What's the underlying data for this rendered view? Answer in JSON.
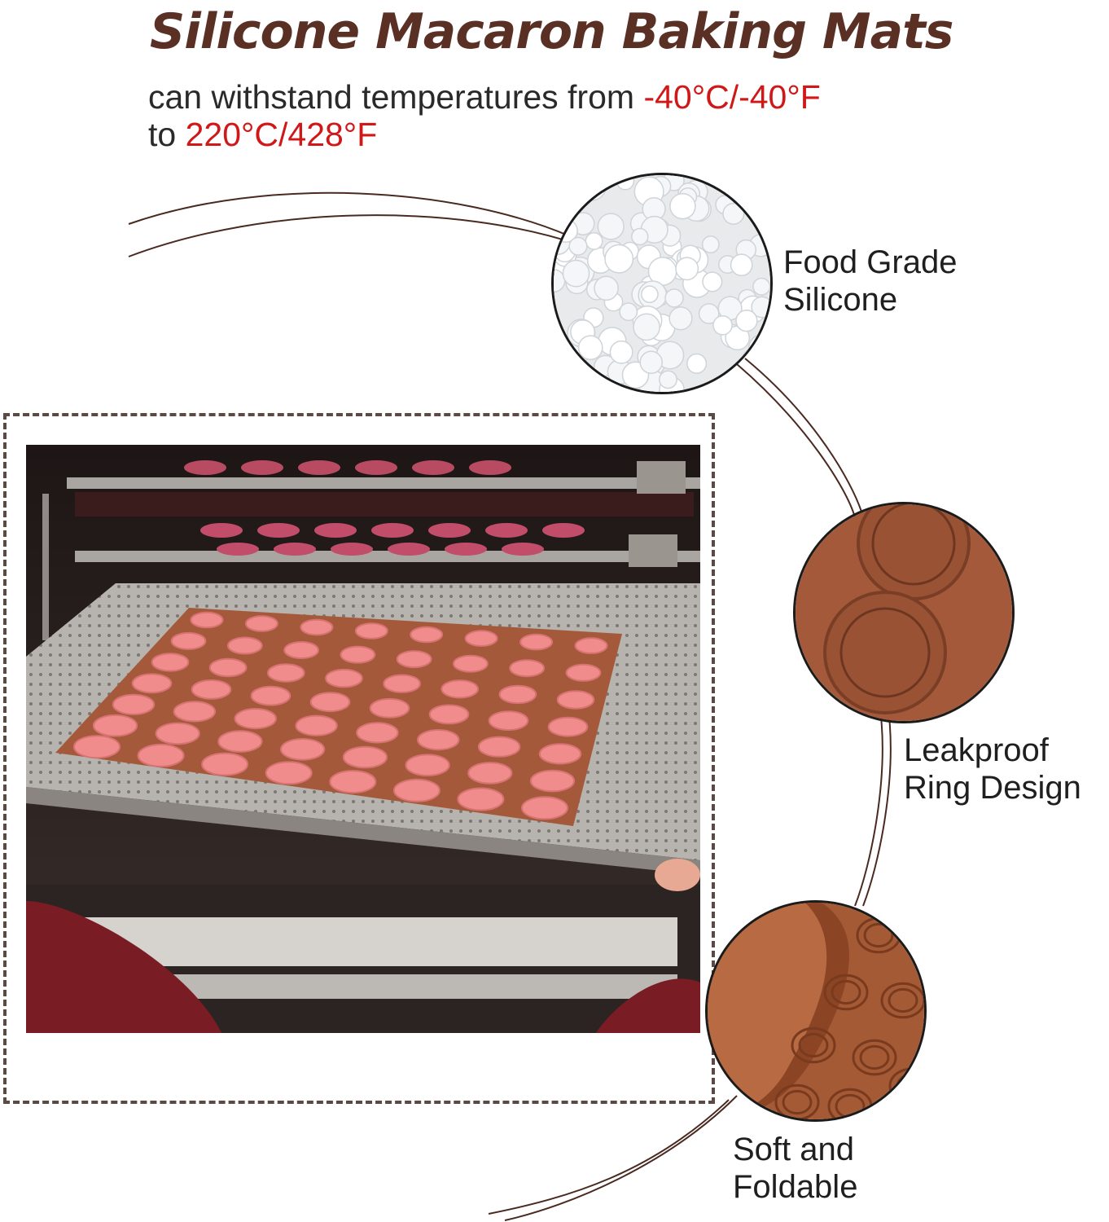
{
  "header": {
    "title": "Silicone Macaron Baking Mats",
    "subtitle_prefix": "can withstand temperatures from ",
    "temp_low": "-40°C/-40°F",
    "subtitle_mid": "to ",
    "temp_high": "220°C/428°F"
  },
  "features": [
    {
      "line1": "Food Grade",
      "line2": "Silicone",
      "icon": "silicone-pellets-icon"
    },
    {
      "line1": "Leakproof",
      "line2": "Ring Design",
      "icon": "ring-mold-icon"
    },
    {
      "line1": "Soft and",
      "line2": "Foldable",
      "icon": "rolled-mat-icon"
    }
  ],
  "colors": {
    "title": "#5a3025",
    "highlight": "#d01818",
    "mat": "#a45a3a",
    "macaron": "#f18c8c",
    "frame": "#5b4a44"
  }
}
